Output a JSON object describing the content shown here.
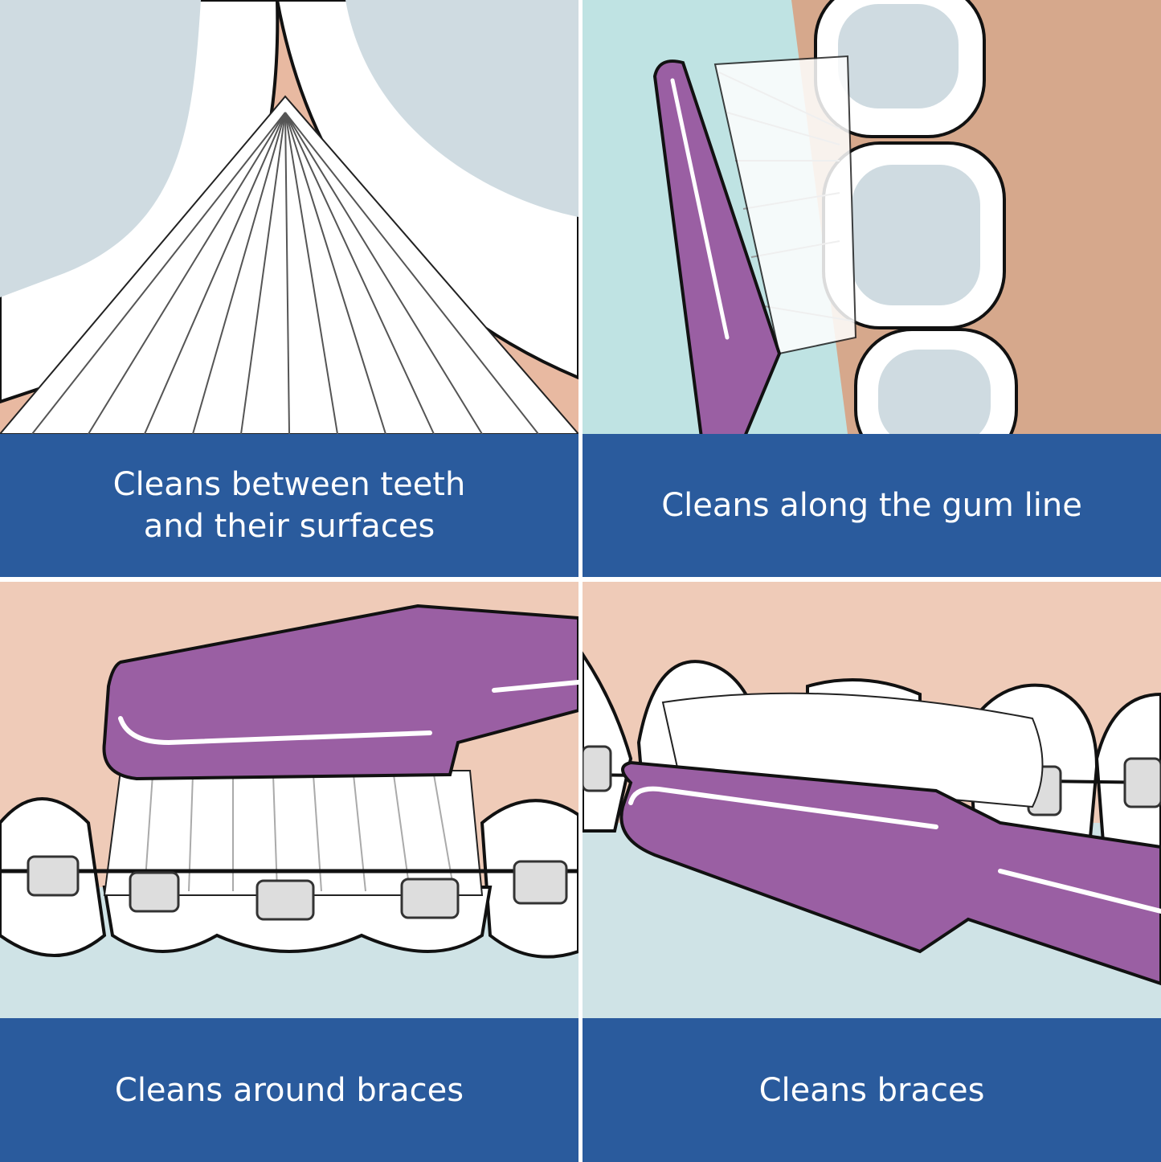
{
  "panels": [
    {
      "caption_line1": "Cleans between teeth",
      "caption_line2": "and their surfaces"
    },
    {
      "caption": "Cleans along the gum line"
    },
    {
      "caption": "Cleans around braces"
    },
    {
      "caption": "Cleans braces"
    }
  ],
  "colors": {
    "band": "#2a5b9d",
    "handle": "#9a5fa3",
    "gum": "#efcbb8",
    "tooth_inner": "#cfdbe1",
    "background_blue": "#bfe3e3"
  }
}
